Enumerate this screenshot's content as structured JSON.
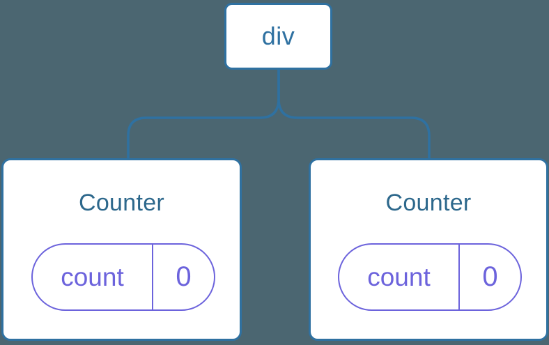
{
  "diagram": {
    "type": "component-tree",
    "root": {
      "label": "div"
    },
    "children": [
      {
        "title": "Counter",
        "state": {
          "key": "count",
          "value": "0"
        }
      },
      {
        "title": "Counter",
        "state": {
          "key": "count",
          "value": "0"
        }
      }
    ]
  },
  "colors": {
    "background": "#4b6671",
    "line_and_border": "#2f71a1",
    "root_label": "#2f71a1",
    "card_title": "#2d688c",
    "state_accent": "#6c63dc",
    "card_background": "#ffffff"
  }
}
